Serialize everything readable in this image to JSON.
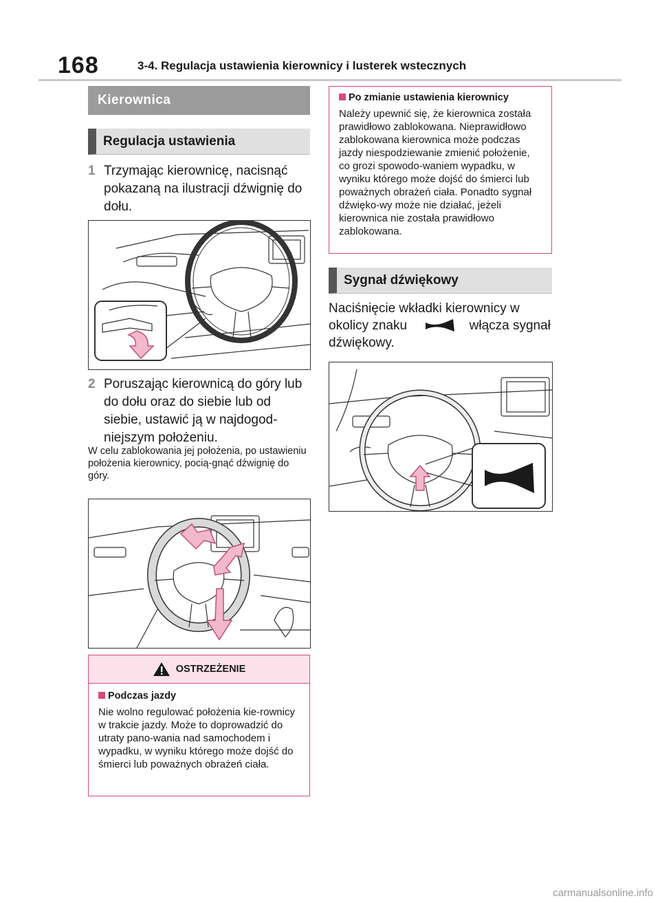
{
  "header": {
    "page_number": "168",
    "chapter": "3-4. Regulacja ustawienia kierownicy i lusterek wstecznych"
  },
  "left": {
    "section_title": "Kierownica",
    "subsection_title": "Regulacja ustawienia",
    "step1": {
      "num": "1",
      "text": "Trzymając kierownicę, nacisnąć pokazaną na ilustracji dźwignię do dołu."
    },
    "step2": {
      "num": "2",
      "text": "Poruszając kierownicą do góry lub do dołu oraz do siebie lub od siebie, ustawić ją w najdogod-niejszym położeniu."
    },
    "step2_note": "W celu zablokowania jej położenia, po ustawieniu położenia kierownicy, pocią-gnąć dźwignię do góry.",
    "warning": {
      "heading": "OSTRZEŻENIE",
      "item_title": "Podczas jazdy",
      "item_text": "Nie wolno regulować położenia kie-rownicy w trakcie jazdy. Może to doprowadzić do utraty pano-wania nad samochodem i wypadku, w wyniku którego może dojść do śmierci lub poważnych obrażeń ciała."
    }
  },
  "right": {
    "notice": {
      "title": "Po zmianie ustawienia kierownicy",
      "text": "Należy upewnić się, że kierownica została prawidłowo zablokowana. Nieprawidłowo zablokowana kierownica może podczas jazdy niespodziewanie zmienić położenie, co grozi spowodo-waniem wypadku, w wyniku którego może dojść do śmierci lub poważnych obrażeń ciała. Ponadto sygnał dźwięko-wy może nie działać, jeżeli kierownica nie została prawidłowo zablokowana."
    },
    "subsection_title": "Sygnał dźwiękowy",
    "horn_text_before": "Naciśnięcie wkładki kierownicy w okolicy znaku",
    "horn_text_after": "włącza sygnał dźwiękowy."
  },
  "footer": {
    "watermark": "carmanualsonline.info"
  },
  "colors": {
    "accent": "#d84a7a",
    "band_dark": "#9b9b9b",
    "band_light": "#e0e0e0",
    "arrow_fill": "#f2b8cc"
  },
  "icons": [
    "horn-icon",
    "warning-triangle-icon",
    "arrow-icon"
  ]
}
